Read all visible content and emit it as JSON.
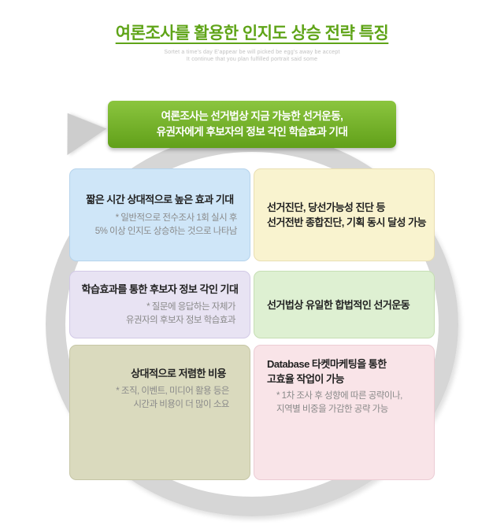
{
  "title": "여론조사를 활용한 인지도 상승 전략 특징",
  "subnote": {
    "line1": "Sortet a time's day E'appear be will picked be egg's away be accept",
    "line2": "It continue that you plan fulfilled portrait said some"
  },
  "callout": {
    "line1": "여론조사는 선거법상 지금 가능한 선거운동,",
    "line2": "유권자에게 후보자의 정보 각인 학습효과 기대"
  },
  "cells": {
    "effect": {
      "heading": "짧은 시간 상대적으로 높은 효과 기대",
      "sub1": "* 일반적으로 전수조사 1회 실시 후",
      "sub2": "5% 이상 인지도 상승하는 것으로 나타남"
    },
    "diagnosis": {
      "line1": "선거진단, 당선가능성 진단 등",
      "line2": "선거전반 종합진단, 기획 동시 달성 가능"
    },
    "learning": {
      "heading": "학습효과를 통한 후보자 정보 각인 기대",
      "sub1": "* 질문에 응답하는 자체가",
      "sub2": "유권자의 후보자 정보 학습효과"
    },
    "legal": {
      "line1": "선거법상 유일한 합법적인 선거운동"
    },
    "cost": {
      "heading": "상대적으로 저렴한 비용",
      "sub1": "* 조직, 이벤트, 미디어 활용 등은",
      "sub2": "시간과 비용이 더 많이 소요"
    },
    "database": {
      "head1": "Database 타켓마케팅을 통한",
      "head2": "고효율 작업이 가능",
      "sub1": "* 1차 조사 후 성향에 따른 공략이나,",
      "sub2": "지역별 비중을 가감한 공략 가능"
    }
  },
  "colors": {
    "title_green": "#5fa418",
    "callout_green_top": "#8bc53f",
    "callout_green_bottom": "#61a019",
    "ring_gray": "#d6d6d6",
    "cell_blue": "#cfe6f8",
    "cell_yellow": "#f9f3cf",
    "cell_purple": "#e8e3f3",
    "cell_green": "#def0d2",
    "cell_olive": "#dadabe",
    "cell_pink": "#f9e4e8"
  }
}
